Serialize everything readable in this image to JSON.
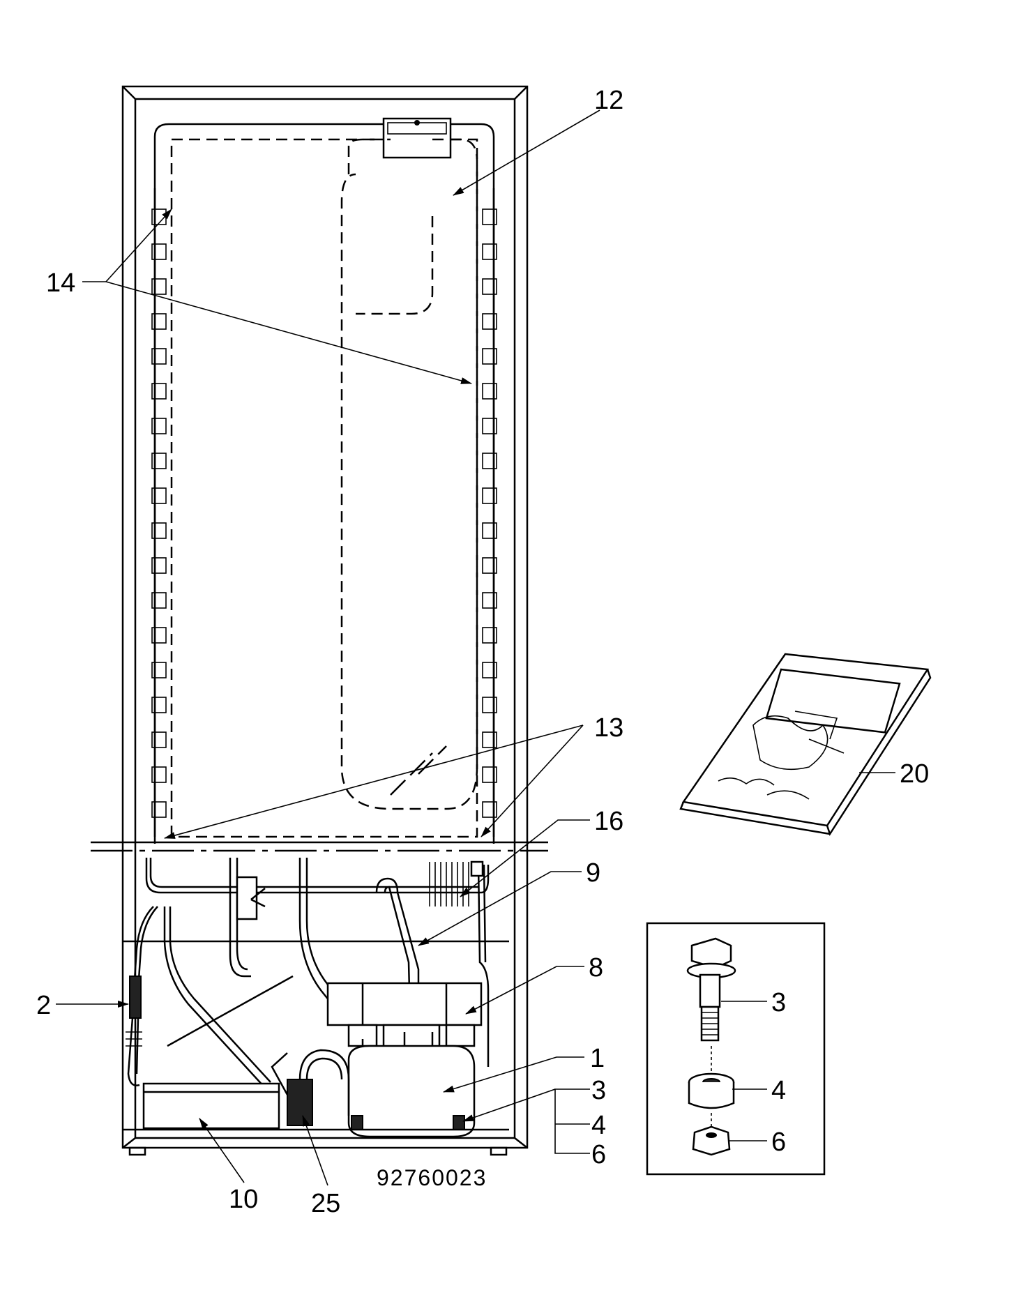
{
  "drawing_number": "92760023",
  "callouts": {
    "c1": "1",
    "c2": "2",
    "c3": "3",
    "c4": "4",
    "c6": "6",
    "c8": "8",
    "c9": "9",
    "c10": "10",
    "c12": "12",
    "c13": "13",
    "c14": "14",
    "c16": "16",
    "c20": "20",
    "c25": "25"
  },
  "detail_callouts": {
    "c3": "3",
    "c4": "4",
    "c6": "6"
  }
}
